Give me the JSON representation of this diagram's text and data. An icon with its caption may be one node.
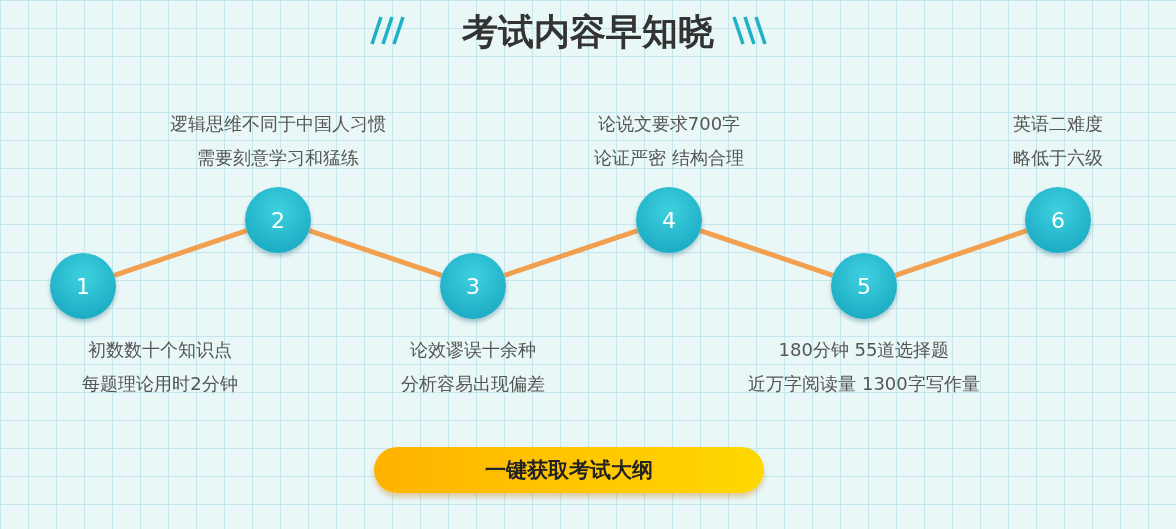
{
  "diagram": {
    "title": "考试内容早知晓",
    "nodes": [
      {
        "text": [
          "1"
        ],
        "beside": [
          "初数数十个知识点",
          "每题理论用时2分钟"
        ]
      },
      {
        "text": [
          "2"
        ],
        "beside": [
          "逻辑思维不同于中国人习惯",
          "需要刻意学习和猛练"
        ]
      },
      {
        "text": [
          "3"
        ],
        "beside": [
          "论效谬误十余种",
          "分析容易出现偏差"
        ]
      },
      {
        "text": [
          "4"
        ],
        "beside": [
          "论说文要求700字",
          "论证严密 结构合理"
        ]
      },
      {
        "text": [
          "5"
        ],
        "beside": [
          "180分钟 55道选择题",
          "近万字阅读量 1300字写作量"
        ]
      },
      {
        "text": [
          "6"
        ],
        "beside": [
          "英语二难度",
          "略低于六级"
        ]
      },
      {
        "text": [
          "一键获取考试大纲"
        ]
      }
    ],
    "edges": [
      {
        "from": 0,
        "to": 1,
        "arrow": "none"
      },
      {
        "from": 1,
        "to": 2,
        "arrow": "none"
      },
      {
        "from": 2,
        "to": 3,
        "arrow": "none"
      },
      {
        "from": 3,
        "to": 4,
        "arrow": "none"
      },
      {
        "from": 4,
        "to": 5,
        "arrow": "none"
      }
    ]
  }
}
